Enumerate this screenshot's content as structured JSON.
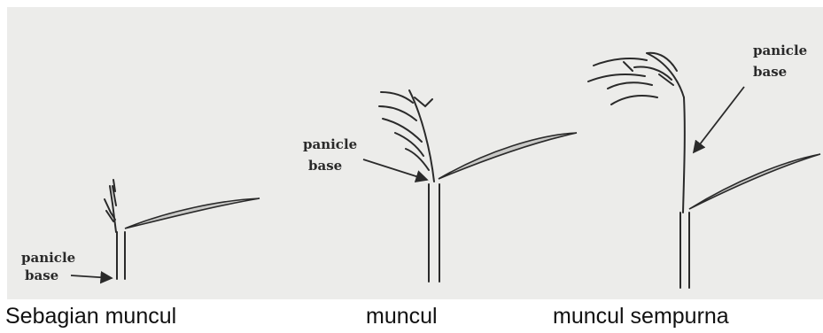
{
  "figure": {
    "stages": [
      {
        "caption": "Sebagian muncul",
        "label_line1": "panicle",
        "label_line2": "base"
      },
      {
        "caption": "muncul",
        "label_line1": "panicle",
        "label_line2": "base"
      },
      {
        "caption": "muncul sempurna",
        "label_line1": "panicle",
        "label_line2": "base"
      }
    ],
    "colors": {
      "background": "#ececea",
      "ink": "#2a2a2a"
    }
  }
}
